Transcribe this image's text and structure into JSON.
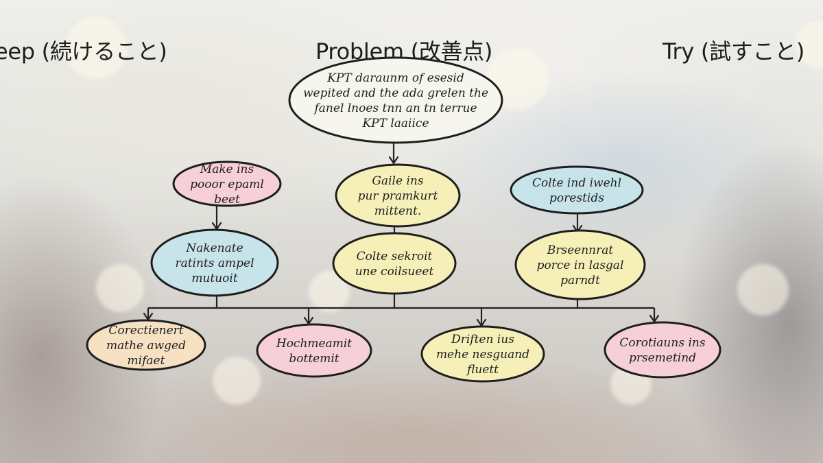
{
  "colors": {
    "pink": "#f6cfd8",
    "yellow": "#f6f0b8",
    "blue": "#c7e4ea",
    "peach": "#f6e1c2",
    "ink": "#1e1e1e"
  },
  "headings": {
    "keep": "eep (続けること)",
    "problem": "Problem (改善点)",
    "try": "Try (試すこと)"
  },
  "nodes": [
    {
      "id": "root",
      "color": "#f6f5ee",
      "lines": [
        "KPT daraunm of esesid",
        "wepited and the ada grelen the",
        "fanel lnoes tnn an tn terrue",
        "KPT laaiice"
      ]
    },
    {
      "id": "keep_1",
      "color": "#f6cfd8",
      "lines": [
        "Make ins",
        "pooor epaml",
        "beet"
      ]
    },
    {
      "id": "problem_1",
      "color": "#f6f0b8",
      "lines": [
        "Gaile ins",
        "pur pramkurt",
        "mittent."
      ]
    },
    {
      "id": "try_1",
      "color": "#c7e4ea",
      "lines": [
        "Colte ind iwehl",
        "porestids"
      ]
    },
    {
      "id": "keep_2",
      "color": "#c7e4ea",
      "lines": [
        "Nakenate",
        "ratints ampel",
        "mutuoit"
      ]
    },
    {
      "id": "problem_2",
      "color": "#f6f0b8",
      "lines": [
        "Colte sekroit",
        "une coilsueet"
      ]
    },
    {
      "id": "try_2",
      "color": "#f6f0b8",
      "lines": [
        "Brseennrat",
        "porce in lasgal",
        "parndt"
      ]
    },
    {
      "id": "out_1",
      "color": "#f6e1c2",
      "lines": [
        "Corectienert",
        "mathe awged",
        "mifaet"
      ]
    },
    {
      "id": "out_2",
      "color": "#f6cfd8",
      "lines": [
        "Hochmeamit",
        "bottemit"
      ]
    },
    {
      "id": "out_3",
      "color": "#f6f0b8",
      "lines": [
        "Driften ius",
        "mehe nesguand",
        "fluett"
      ]
    },
    {
      "id": "out_4",
      "color": "#f6cfd8",
      "lines": [
        "Corotiauns ins",
        "prsemetind"
      ]
    }
  ]
}
